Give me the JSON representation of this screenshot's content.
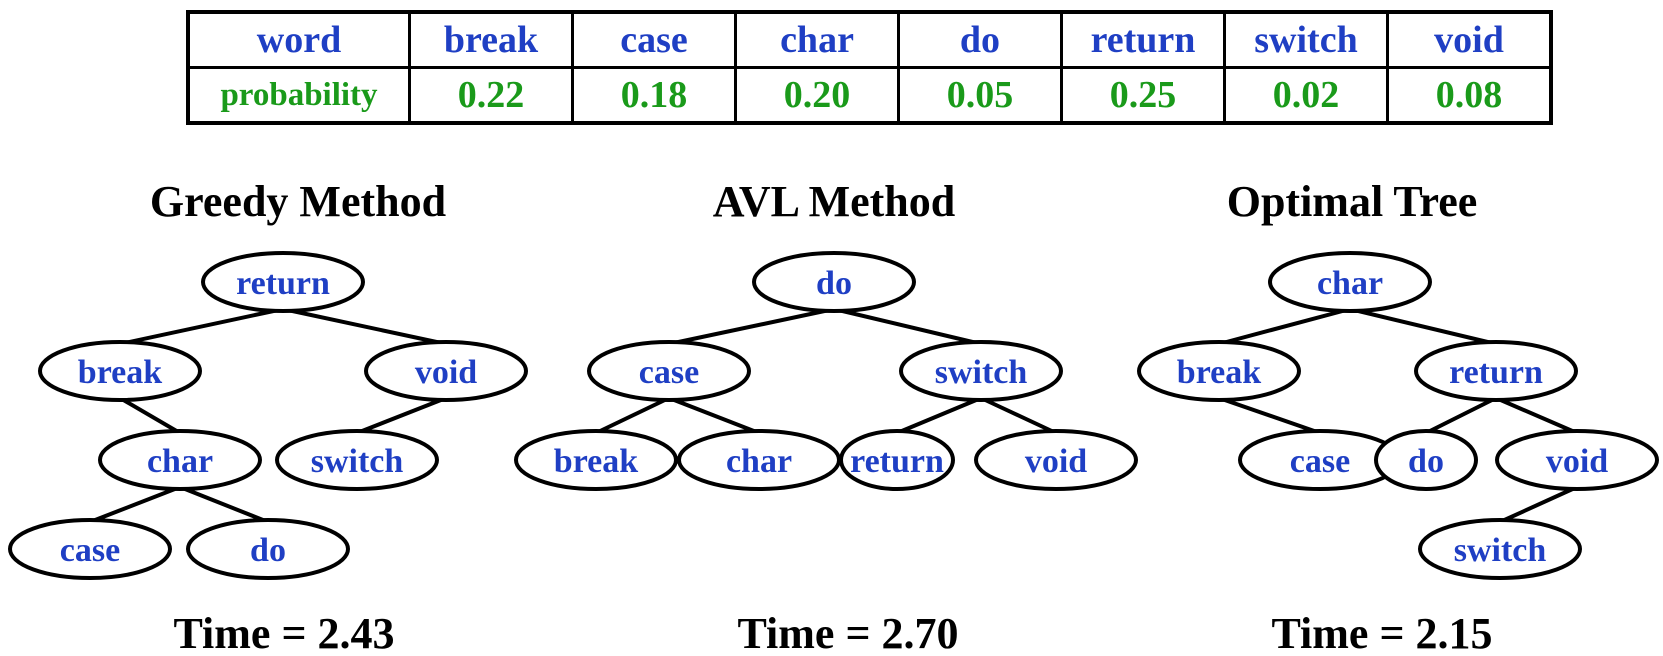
{
  "table": {
    "row1_header": "word",
    "row2_header": "probability",
    "columns": [
      {
        "word": "break",
        "probability": "0.22"
      },
      {
        "word": "case",
        "probability": "0.18"
      },
      {
        "word": "char",
        "probability": "0.20"
      },
      {
        "word": "do",
        "probability": "0.05"
      },
      {
        "word": "return",
        "probability": "0.25"
      },
      {
        "word": "switch",
        "probability": "0.02"
      },
      {
        "word": "void",
        "probability": "0.08"
      }
    ]
  },
  "trees": [
    {
      "title": "Greedy Method",
      "time": "Time = 2.43",
      "nodes": [
        {
          "id": "return",
          "label": "return"
        },
        {
          "id": "break",
          "label": "break"
        },
        {
          "id": "void",
          "label": "void"
        },
        {
          "id": "char",
          "label": "char"
        },
        {
          "id": "switch",
          "label": "switch"
        },
        {
          "id": "case",
          "label": "case"
        },
        {
          "id": "do",
          "label": "do"
        }
      ],
      "edges": [
        [
          "return",
          "break"
        ],
        [
          "return",
          "void"
        ],
        [
          "break",
          "char"
        ],
        [
          "void",
          "switch"
        ],
        [
          "char",
          "case"
        ],
        [
          "char",
          "do"
        ]
      ]
    },
    {
      "title": "AVL Method",
      "time": "Time = 2.70",
      "nodes": [
        {
          "id": "do",
          "label": "do"
        },
        {
          "id": "case",
          "label": "case"
        },
        {
          "id": "switch",
          "label": "switch"
        },
        {
          "id": "break",
          "label": "break"
        },
        {
          "id": "char",
          "label": "char"
        },
        {
          "id": "return",
          "label": "return"
        },
        {
          "id": "void",
          "label": "void"
        }
      ],
      "edges": [
        [
          "do",
          "case"
        ],
        [
          "do",
          "switch"
        ],
        [
          "case",
          "break"
        ],
        [
          "case",
          "char"
        ],
        [
          "switch",
          "return"
        ],
        [
          "switch",
          "void"
        ]
      ]
    },
    {
      "title": "Optimal Tree",
      "time": "Time = 2.15",
      "nodes": [
        {
          "id": "char",
          "label": "char"
        },
        {
          "id": "break",
          "label": "break"
        },
        {
          "id": "return",
          "label": "return"
        },
        {
          "id": "case",
          "label": "case"
        },
        {
          "id": "do",
          "label": "do"
        },
        {
          "id": "void",
          "label": "void"
        },
        {
          "id": "switch",
          "label": "switch"
        }
      ],
      "edges": [
        [
          "char",
          "break"
        ],
        [
          "char",
          "return"
        ],
        [
          "break",
          "case"
        ],
        [
          "return",
          "do"
        ],
        [
          "return",
          "void"
        ],
        [
          "void",
          "switch"
        ]
      ]
    }
  ]
}
